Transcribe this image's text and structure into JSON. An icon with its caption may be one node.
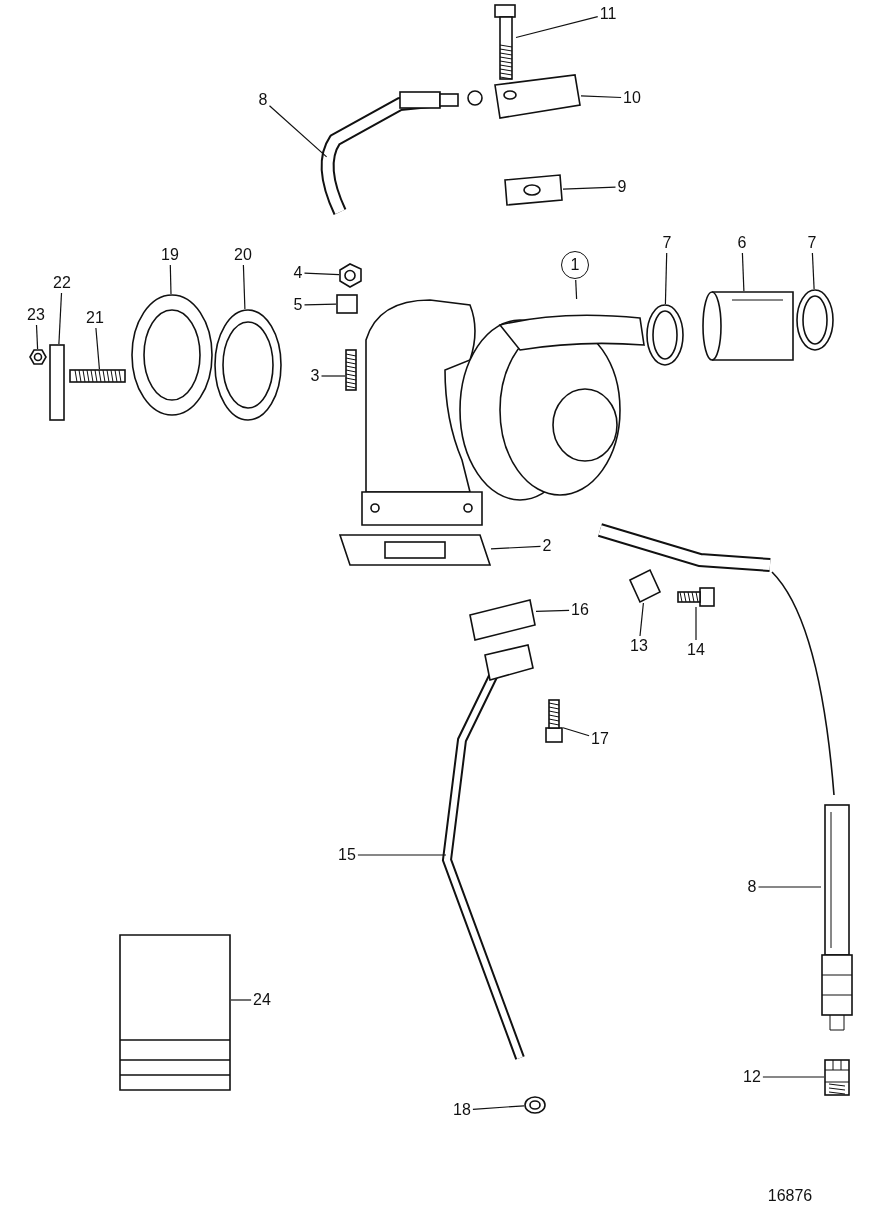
{
  "diagram": {
    "nodes": [
      {
        "text": [
          "11"
        ]
      },
      {
        "text": [
          "8"
        ]
      },
      {
        "text": [
          "10"
        ]
      },
      {
        "text": [
          "9"
        ]
      },
      {
        "text": [
          "1"
        ]
      },
      {
        "text": [
          "7"
        ]
      },
      {
        "text": [
          "6"
        ]
      },
      {
        "text": [
          "7"
        ]
      },
      {
        "text": [
          "19"
        ]
      },
      {
        "text": [
          "20"
        ]
      },
      {
        "text": [
          "22"
        ]
      },
      {
        "text": [
          "4"
        ]
      },
      {
        "text": [
          "23"
        ]
      },
      {
        "text": [
          "21"
        ]
      },
      {
        "text": [
          "5"
        ]
      },
      {
        "text": [
          "3"
        ]
      },
      {
        "text": [
          "2"
        ]
      },
      {
        "text": [
          "16"
        ]
      },
      {
        "text": [
          "13"
        ]
      },
      {
        "text": [
          "14"
        ]
      },
      {
        "text": [
          "17"
        ]
      },
      {
        "text": [
          "15"
        ]
      },
      {
        "text": [
          "8"
        ]
      },
      {
        "text": [
          "24"
        ]
      },
      {
        "text": [
          "12"
        ]
      },
      {
        "text": [
          "18"
        ]
      },
      {
        "text": [],
        "shape": "picture"
      },
      {
        "text": [],
        "shape": "picture"
      },
      {
        "text": [],
        "shape": "picture"
      },
      {
        "text": [],
        "shape": "picture"
      },
      {
        "text": [],
        "shape": "picture"
      },
      {
        "text": [],
        "shape": "picture"
      },
      {
        "text": [],
        "shape": "cylinder"
      },
      {
        "text": [],
        "shape": "picture"
      },
      {
        "text": [],
        "shape": "picture"
      },
      {
        "text": [],
        "shape": "picture"
      },
      {
        "text": [],
        "shape": "box"
      },
      {
        "text": [],
        "shape": "picture"
      },
      {
        "text": [],
        "shape": "picture"
      },
      {
        "text": [],
        "shape": "picture"
      },
      {
        "text": [],
        "shape": "box"
      },
      {
        "text": [],
        "shape": "picture"
      },
      {
        "text": [],
        "shape": "picture"
      },
      {
        "text": [],
        "shape": "picture"
      },
      {
        "text": [],
        "shape": "picture"
      },
      {
        "text": [],
        "shape": "picture"
      },
      {
        "text": [],
        "shape": "picture"
      },
      {
        "text": [],
        "shape": "picture"
      },
      {
        "text": [],
        "shape": "picture"
      },
      {
        "text": [],
        "shape": "picture"
      },
      {
        "text": [],
        "shape": "picture"
      },
      {
        "text": [],
        "shape": "picture"
      }
    ],
    "edges": [
      {
        "from": 0,
        "to": 26,
        "arrow": "none"
      },
      {
        "from": 1,
        "to": 27,
        "arrow": "none"
      },
      {
        "from": 2,
        "to": 28,
        "arrow": "none"
      },
      {
        "from": 3,
        "to": 29,
        "arrow": "none"
      },
      {
        "from": 4,
        "to": 30,
        "arrow": "none"
      },
      {
        "from": 5,
        "to": 31,
        "arrow": "none"
      },
      {
        "from": 6,
        "to": 32,
        "arrow": "none"
      },
      {
        "from": 7,
        "to": 33,
        "arrow": "none"
      },
      {
        "from": 8,
        "to": 34,
        "arrow": "none"
      },
      {
        "from": 9,
        "to": 35,
        "arrow": "none"
      },
      {
        "from": 10,
        "to": 36,
        "arrow": "none"
      },
      {
        "from": 11,
        "to": 37,
        "arrow": "none"
      },
      {
        "from": 12,
        "to": 38,
        "arrow": "none"
      },
      {
        "from": 13,
        "to": 39,
        "arrow": "none"
      },
      {
        "from": 14,
        "to": 40,
        "arrow": "none"
      },
      {
        "from": 15,
        "to": 41,
        "arrow": "none"
      },
      {
        "from": 16,
        "to": 42,
        "arrow": "none"
      },
      {
        "from": 17,
        "to": 43,
        "arrow": "none"
      },
      {
        "from": 18,
        "to": 44,
        "arrow": "none"
      },
      {
        "from": 19,
        "to": 45,
        "arrow": "none"
      },
      {
        "from": 20,
        "to": 46,
        "arrow": "none"
      },
      {
        "from": 21,
        "to": 47,
        "arrow": "none"
      },
      {
        "from": 22,
        "to": 48,
        "arrow": "none"
      },
      {
        "from": 23,
        "to": 49,
        "arrow": "none"
      },
      {
        "from": 24,
        "to": 50,
        "arrow": "none"
      },
      {
        "from": 25,
        "to": 51,
        "arrow": "none"
      }
    ],
    "labels": [
      "16876"
    ]
  }
}
